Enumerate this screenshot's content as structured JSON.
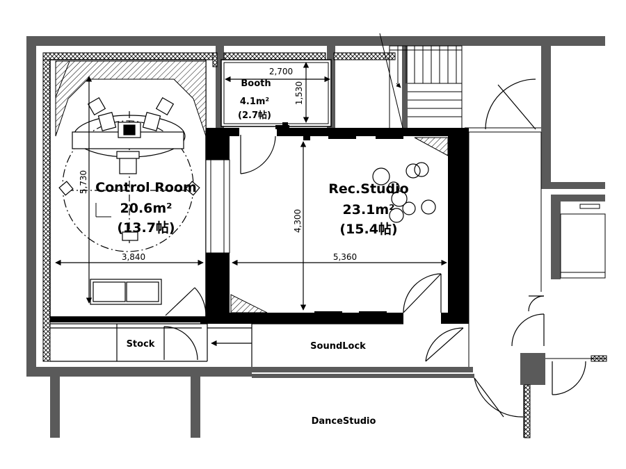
{
  "rooms": {
    "control_room": {
      "name": "Control Room",
      "area": "20.6m²",
      "tatami": "(13.7帖)"
    },
    "rec_studio": {
      "name": "Rec.Studio",
      "area": "23.1m²",
      "tatami": "(15.4帖)"
    },
    "booth": {
      "name": "Booth",
      "area": "4.1m²",
      "tatami": "(2.7帖)"
    },
    "stock": {
      "name": "Stock"
    },
    "sound_lock": {
      "name": "SoundLock"
    },
    "dance_studio": {
      "name": "DanceStudio"
    }
  },
  "dimensions": {
    "control_room_width": "3,840",
    "control_room_depth": "5,730",
    "rec_studio_width": "5,360",
    "rec_studio_depth": "4,300",
    "booth_width": "2,700",
    "booth_depth": "1,530"
  }
}
